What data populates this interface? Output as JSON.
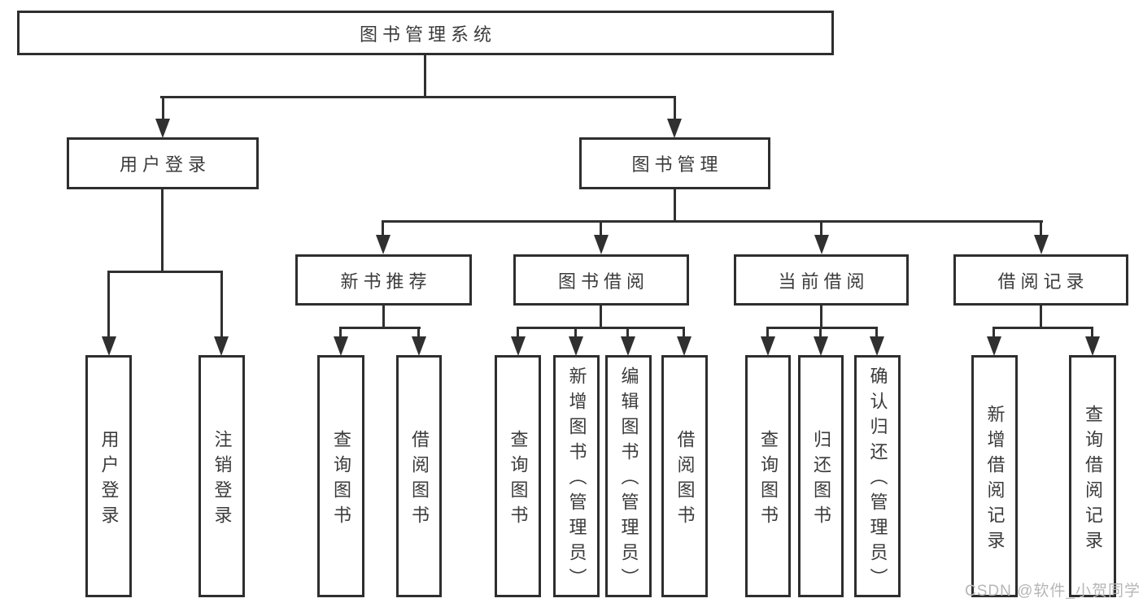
{
  "diagram": {
    "root": {
      "label": "图书管理系统"
    },
    "level2": [
      {
        "label": "用户登录"
      },
      {
        "label": "图书管理"
      }
    ],
    "level3": [
      {
        "label": "新书推荐"
      },
      {
        "label": "图书借阅"
      },
      {
        "label": "当前借阅"
      },
      {
        "label": "借阅记录"
      }
    ],
    "leaves": {
      "user_login": [
        "用户登录",
        "注销登录"
      ],
      "new_book": [
        "查询图书",
        "借阅图书"
      ],
      "book_borrow": [
        "查询图书",
        "新增图书（管理员）",
        "编辑图书（管理员）",
        "借阅图书"
      ],
      "current_borrow": [
        "查询图书",
        "归还图书",
        "确认归还（管理员）"
      ],
      "borrow_record": [
        "新增借阅记录",
        "查询借阅记录"
      ]
    },
    "watermark": "CSDN @软件_小贺同学",
    "colors": {
      "line": "#303030",
      "text": "#3b3b3b",
      "watermark": "#b6b6b6",
      "background": "#ffffff"
    }
  }
}
